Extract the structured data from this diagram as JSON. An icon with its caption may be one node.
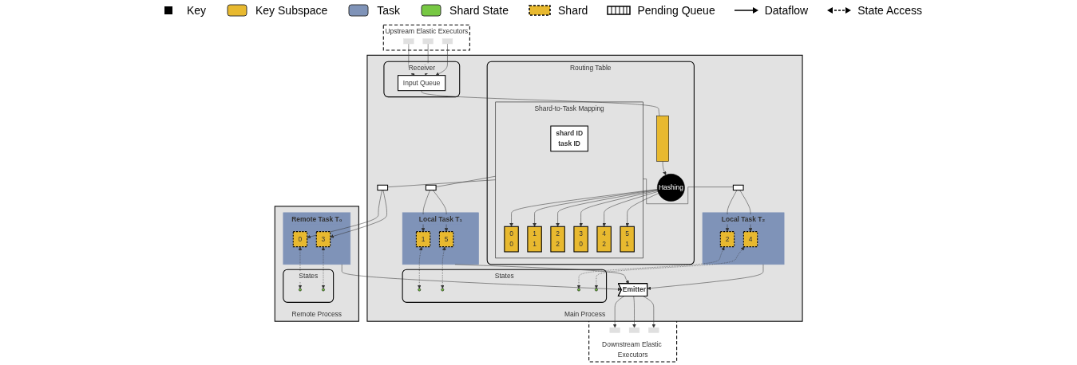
{
  "diagram": {
    "nodes": [
      {
        "text": [
          "Upstream Elastic Executors"
        ]
      },
      {
        "text": [],
        "shape": "box",
        "in": 0
      },
      {
        "text": [],
        "shape": "box",
        "in": 0
      },
      {
        "text": [],
        "shape": "box",
        "in": 0
      },
      {
        "text": [
          "Main Process"
        ]
      },
      {
        "text": [
          "Receiver"
        ],
        "in": 4
      },
      {
        "text": [
          "Input Queue"
        ],
        "in": 5
      },
      {
        "text": [
          "Routing Table"
        ],
        "in": 4
      },
      {
        "text": [],
        "shape": "bar",
        "in": 7
      },
      {
        "text": [
          "Hashing"
        ],
        "in": 7
      },
      {
        "text": [
          "Shard-to-Task Mapping"
        ],
        "in": 7
      },
      {
        "text": [
          "shard ID",
          "task ID"
        ],
        "in": 10
      },
      {
        "text": [
          "0",
          "0"
        ],
        "in": 10
      },
      {
        "text": [
          "1",
          "1"
        ],
        "in": 10
      },
      {
        "text": [
          "2",
          "2"
        ],
        "in": 10
      },
      {
        "text": [
          "3",
          "0"
        ],
        "in": 10
      },
      {
        "text": [
          "4",
          "2"
        ],
        "in": 10
      },
      {
        "text": [
          "5",
          "1"
        ],
        "in": 10
      },
      {
        "text": [],
        "shape": "box",
        "in": 4
      },
      {
        "text": [],
        "shape": "box",
        "in": 4
      },
      {
        "text": [],
        "shape": "box",
        "in": 4
      },
      {
        "text": [
          "Remote Process"
        ]
      },
      {
        "text": [
          "Remote Task T₀"
        ],
        "in": 21
      },
      {
        "text": [
          "0"
        ],
        "in": 22
      },
      {
        "text": [
          "3"
        ],
        "in": 22
      },
      {
        "text": [
          "States"
        ],
        "in": 21
      },
      {
        "text": [],
        "shape": "circle",
        "in": 25
      },
      {
        "text": [],
        "shape": "circle",
        "in": 25
      },
      {
        "text": [
          "Local Task T₁"
        ],
        "in": 4
      },
      {
        "text": [
          "1"
        ],
        "in": 28
      },
      {
        "text": [
          "5"
        ],
        "in": 28
      },
      {
        "text": [
          "Local Task T₂"
        ],
        "in": 4
      },
      {
        "text": [
          "2"
        ],
        "in": 31
      },
      {
        "text": [
          "4"
        ],
        "in": 31
      },
      {
        "text": [
          "States"
        ],
        "in": 4
      },
      {
        "text": [],
        "shape": "circle",
        "in": 34
      },
      {
        "text": [],
        "shape": "circle",
        "in": 34
      },
      {
        "text": [],
        "shape": "circle",
        "in": 34
      },
      {
        "text": [],
        "shape": "circle",
        "in": 34
      },
      {
        "text": [
          "Emitter"
        ],
        "in": 4
      },
      {
        "text": [
          "Downstream Elastic Executors"
        ]
      },
      {
        "text": [],
        "shape": "box",
        "in": 40
      },
      {
        "text": [],
        "shape": "box",
        "in": 40
      },
      {
        "text": [],
        "shape": "box",
        "in": 40
      }
    ],
    "edges": [
      {
        "from": 1,
        "to": 6,
        "arrow": "to"
      },
      {
        "from": 2,
        "to": 6,
        "arrow": "to"
      },
      {
        "from": 3,
        "to": 6,
        "arrow": "to"
      },
      {
        "from": 6,
        "to": 8,
        "arrow": "none"
      },
      {
        "from": 8,
        "to": 9,
        "arrow": "to"
      },
      {
        "from": 9,
        "to": 12,
        "arrow": "to"
      },
      {
        "from": 9,
        "to": 13,
        "arrow": "to"
      },
      {
        "from": 9,
        "to": 14,
        "arrow": "to"
      },
      {
        "from": 9,
        "to": 15,
        "arrow": "to"
      },
      {
        "from": 9,
        "to": 16,
        "arrow": "to"
      },
      {
        "from": 9,
        "to": 17,
        "arrow": "to"
      },
      {
        "from": 10,
        "to": 18,
        "arrow": "none"
      },
      {
        "from": 10,
        "to": 19,
        "arrow": "none"
      },
      {
        "from": 10,
        "to": 20,
        "arrow": "none"
      },
      {
        "from": 18,
        "to": 23,
        "arrow": "to"
      },
      {
        "from": 18,
        "to": 24,
        "arrow": "to"
      },
      {
        "from": 19,
        "to": 29,
        "arrow": "to"
      },
      {
        "from": 19,
        "to": 30,
        "arrow": "to"
      },
      {
        "from": 20,
        "to": 32,
        "arrow": "to"
      },
      {
        "from": 20,
        "to": 33,
        "arrow": "to"
      },
      {
        "from": 23,
        "to": 26,
        "arrow": "both",
        "style": "dashed"
      },
      {
        "from": 24,
        "to": 27,
        "arrow": "both",
        "style": "dashed"
      },
      {
        "from": 29,
        "to": 35,
        "arrow": "both",
        "style": "dashed"
      },
      {
        "from": 30,
        "to": 36,
        "arrow": "both",
        "style": "dashed"
      },
      {
        "from": 32,
        "to": 37,
        "arrow": "both",
        "style": "dashed"
      },
      {
        "from": 33,
        "to": 38,
        "arrow": "both",
        "style": "dashed"
      },
      {
        "from": 22,
        "to": 39,
        "arrow": "to"
      },
      {
        "from": 28,
        "to": 39,
        "arrow": "to"
      },
      {
        "from": 31,
        "to": 39,
        "arrow": "to"
      },
      {
        "from": 39,
        "to": 41,
        "arrow": "to"
      },
      {
        "from": 39,
        "to": 42,
        "arrow": "to"
      },
      {
        "from": 39,
        "to": 43,
        "arrow": "to"
      }
    ],
    "legend": [
      {
        "text": "Key"
      },
      {
        "text": "Key Subspace",
        "color": "#e8b92f"
      },
      {
        "text": "Task",
        "color": "#7f93b8"
      },
      {
        "text": "Shard State",
        "color": "#77c843"
      },
      {
        "text": "Shard"
      },
      {
        "text": "Pending Queue"
      },
      {
        "text": "Dataflow"
      },
      {
        "text": "State Access"
      }
    ]
  }
}
